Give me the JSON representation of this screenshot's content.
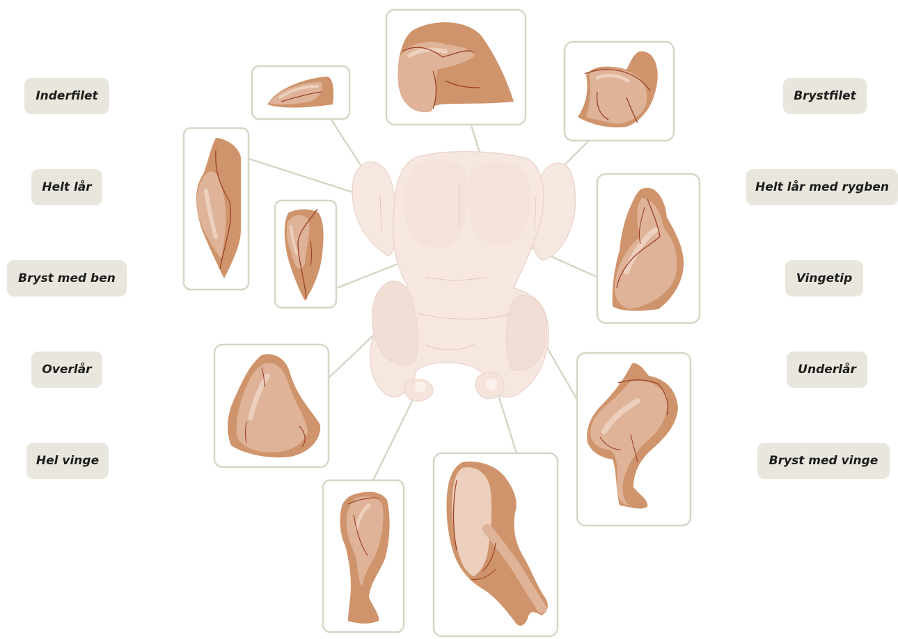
{
  "labels": {
    "inderfilet": "Inderfilet",
    "helt_lar": "Helt lår",
    "bryst_med_ben": "Bryst med ben",
    "overlar": "Overlår",
    "hel_vinge": "Hel vinge",
    "brystfilet": "Brystfilet",
    "helt_lar_med_rygben": "Helt lår med rygben",
    "vingetip": "Vingetip",
    "underlar": "Underlår",
    "bryst_med_vinge": "Bryst med vinge"
  },
  "colors": {
    "chicken_skin": "#f6e8e1",
    "chicken_shade": "#efdcd3",
    "meat_dark": "#cf946b",
    "meat_mid": "#deb398",
    "meat_light": "#ecd0bd",
    "meat_line": "#9b3f26",
    "frame": "#d7d6c6",
    "label_bg": "#e8e6dd"
  }
}
